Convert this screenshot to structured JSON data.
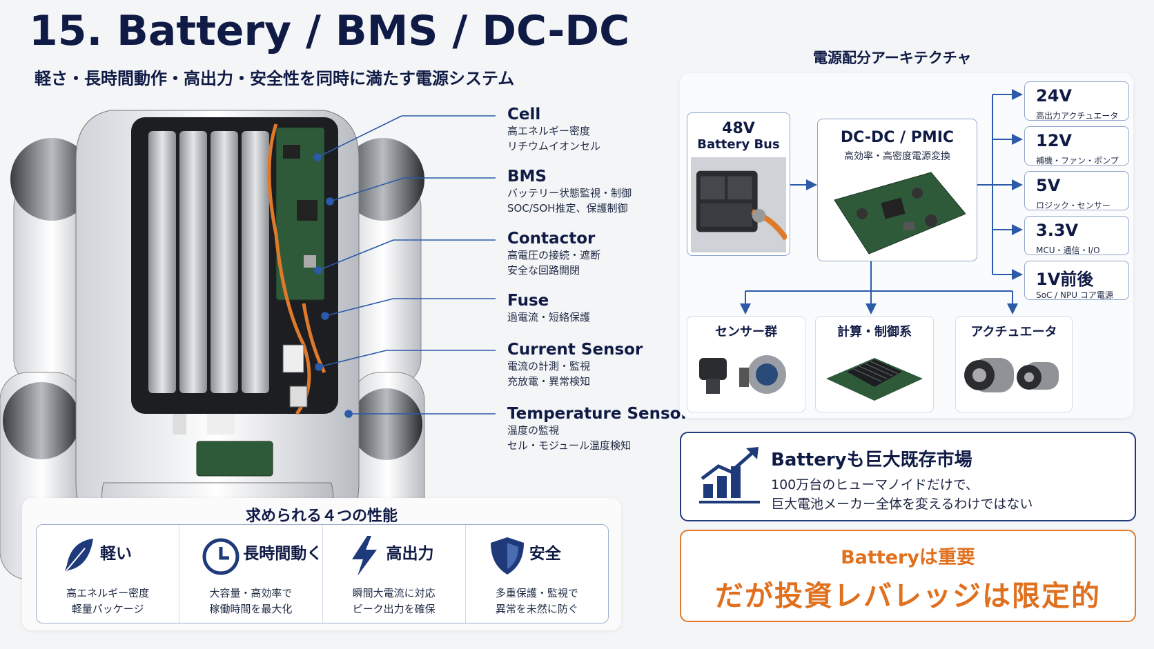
{
  "header": {
    "title": "15. Battery / BMS / DC-DC",
    "subtitle": "軽さ・長時間動作・高出力・安全性を同時に満たす電源システム"
  },
  "callouts": [
    {
      "name": "Cell",
      "desc": [
        "高エネルギー密度",
        "リチウムイオンセル"
      ]
    },
    {
      "name": "BMS",
      "desc": [
        "バッテリー状態監視・制御",
        "SOC/SOH推定、保護制御"
      ]
    },
    {
      "name": "Contactor",
      "desc": [
        "高電圧の接続・遮断",
        "安全な回路開閉"
      ]
    },
    {
      "name": "Fuse",
      "desc": [
        "過電流・短絡保護"
      ]
    },
    {
      "name": "Current Sensor",
      "desc": [
        "電流の計測・監視",
        "充放電・異常検知"
      ]
    },
    {
      "name": "Temperature Sensor",
      "desc": [
        "温度の監視",
        "セル・モジュール温度検知"
      ]
    }
  ],
  "performance": {
    "title": "求められる４つの性能",
    "items": [
      {
        "icon": "feather-icon",
        "label": "軽い",
        "desc": [
          "高エネルギー密度",
          "軽量パッケージ"
        ]
      },
      {
        "icon": "clock-icon",
        "label": "長時間動く",
        "desc": [
          "大容量・高効率で",
          "稼働時間を最大化"
        ]
      },
      {
        "icon": "lightning-icon",
        "label": "高出力",
        "desc": [
          "瞬間大電流に対応",
          "ピーク出力を確保"
        ]
      },
      {
        "icon": "shield-icon",
        "label": "安全",
        "desc": [
          "多重保護・監視で",
          "異常を未然に防ぐ"
        ]
      }
    ]
  },
  "architecture": {
    "title": "電源配分アーキテクチャ",
    "battery": {
      "volt": "48V",
      "name": "Battery Bus"
    },
    "dcdc": {
      "name": "DC-DC / PMIC",
      "desc": "高効率・高密度電源変換"
    },
    "rails": [
      {
        "volt": "24V",
        "desc": "高出力アクチュエータ"
      },
      {
        "volt": "12V",
        "desc": "補機・ファン・ポンプ"
      },
      {
        "volt": "5V",
        "desc": "ロジック・センサー"
      },
      {
        "volt": "3.3V",
        "desc": "MCU・通信・I/O"
      },
      {
        "volt": "1V前後",
        "desc": "SoC / NPU コア電源"
      }
    ],
    "loads": [
      {
        "name": "センサー群"
      },
      {
        "name": "計算・制御系"
      },
      {
        "name": "アクチュエータ"
      }
    ]
  },
  "market": {
    "title": "Batteryも巨大既存市場",
    "line1": "100万台のヒューマノイドだけで、",
    "line2": "巨大電池メーカー全体を変えるわけではない"
  },
  "leverage": {
    "line1": "Batteryは重要",
    "line2": "だが投資レバレッジは限定的"
  },
  "colors": {
    "navy": "#0f1a45",
    "accent_orange": "#e0701e",
    "line_blue": "#2a5aa8"
  }
}
